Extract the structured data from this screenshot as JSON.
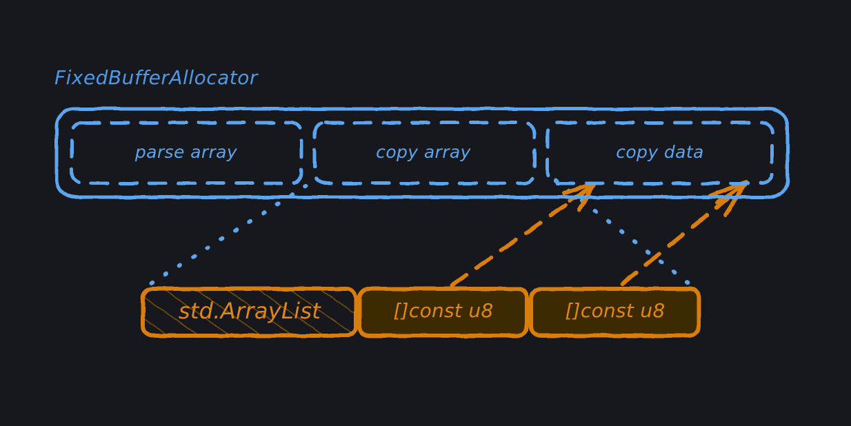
{
  "theme": {
    "background": "#16181d",
    "blue": "#5ba5ef",
    "blue_dim": "#4f9ae8",
    "orange": "#d97d0d",
    "orange_text": "#e08714",
    "orange_fill": "#3d2c05"
  },
  "diagram": {
    "title": "FixedBufferAllocator",
    "allocator": {
      "name": "allocator-container",
      "phases": [
        {
          "label": "parse array",
          "icon": "dashed-region"
        },
        {
          "label": "copy array",
          "icon": "dashed-region"
        },
        {
          "label": "copy data",
          "icon": "dashed-region"
        }
      ]
    },
    "memory": {
      "name": "memory-layout",
      "blocks": [
        {
          "label": "std.ArrayList",
          "fill": "hatched"
        },
        {
          "label": "[]const u8",
          "fill": "solid"
        },
        {
          "label": "[]const u8",
          "fill": "solid"
        }
      ]
    },
    "connections": [
      {
        "from": "std.ArrayList",
        "to": "parse array",
        "style": "dotted",
        "color": "blue",
        "arrow": false
      },
      {
        "from": "std.ArrayList",
        "to": "copy data",
        "style": "dotted",
        "color": "blue",
        "arrow": false
      },
      {
        "from": "[]const u8 #1",
        "to": "copy data",
        "style": "dashed",
        "color": "orange",
        "arrow": true
      },
      {
        "from": "[]const u8 #2",
        "to": "copy data",
        "style": "dashed",
        "color": "orange",
        "arrow": true
      }
    ]
  }
}
